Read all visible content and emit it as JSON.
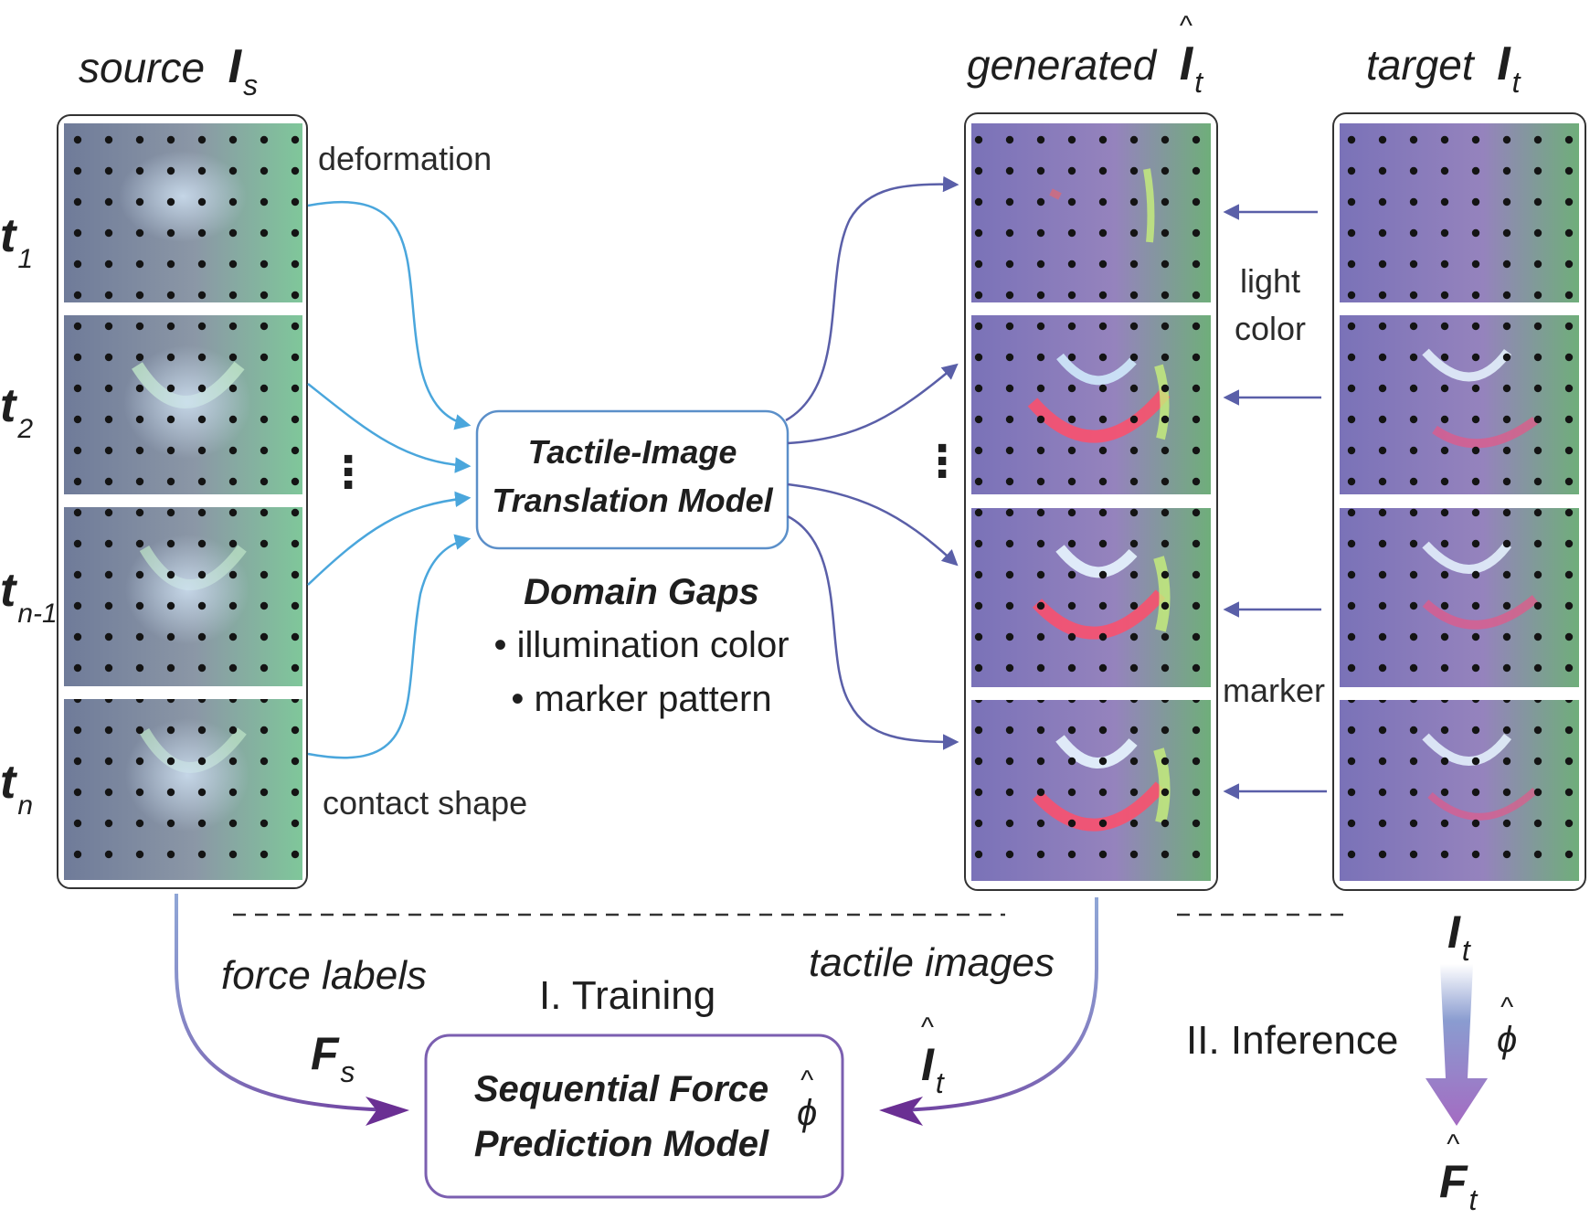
{
  "headers": {
    "source": {
      "word": "source",
      "symbol": "I",
      "sub": "s"
    },
    "generated": {
      "word": "generated",
      "symbol": "I",
      "sub": "t"
    },
    "target": {
      "word": "target",
      "symbol": "I",
      "sub": "t"
    }
  },
  "time_steps": [
    {
      "main": "t",
      "sub": "1"
    },
    {
      "main": "t",
      "sub": "2"
    },
    {
      "main": "t",
      "sub": "n-1"
    },
    {
      "main": "t",
      "sub": "n"
    }
  ],
  "source_notes": {
    "deformation": "deformation",
    "contact_shape": "contact shape"
  },
  "translation_model": {
    "line1": "Tactile-Image",
    "line2": "Translation Model"
  },
  "domain_gaps": {
    "title": "Domain Gaps",
    "items": [
      "• illumination color",
      "• marker pattern"
    ]
  },
  "gap_labels": {
    "light": "light",
    "color": "color",
    "marker": "marker"
  },
  "ellipsis": "⋮",
  "training": {
    "stage": "I. Training",
    "force_labels": "force labels",
    "force_symbol": {
      "main": "F",
      "sub": "s"
    },
    "tactile_images": "tactile images",
    "tactile_symbol": {
      "main": "I",
      "sub": "t"
    },
    "model_line1": "Sequential Force",
    "model_line2": "Prediction Model",
    "phi": "ϕ"
  },
  "inference": {
    "stage": "II. Inference",
    "input_symbol": {
      "main": "I",
      "sub": "t"
    },
    "phi": "ϕ",
    "output_symbol": {
      "main": "F",
      "sub": "t"
    }
  },
  "colors": {
    "source_arrow": "#4aa6dc",
    "generated_arrow": "#5a5fa8",
    "purple": "#7a3a9a",
    "box_border": "#5b8fc9"
  }
}
